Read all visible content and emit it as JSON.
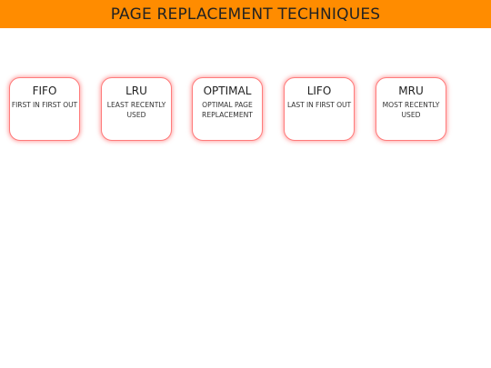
{
  "header": {
    "title": "PAGE REPLACEMENT TECHNIQUES",
    "background_color": "#ff8c00"
  },
  "cards": [
    {
      "title": "FIFO",
      "description": "FIRST IN FIRST OUT"
    },
    {
      "title": "LRU",
      "description": "LEAST RECENTLY USED"
    },
    {
      "title": "OPTIMAL",
      "description": "OPTIMAL PAGE REPLACEMENT"
    },
    {
      "title": "LIFO",
      "description": "LAST IN FIRST OUT"
    },
    {
      "title": "MRU",
      "description": "MOST RECENTLY USED"
    }
  ],
  "card_border_color": "#ff7b7b"
}
